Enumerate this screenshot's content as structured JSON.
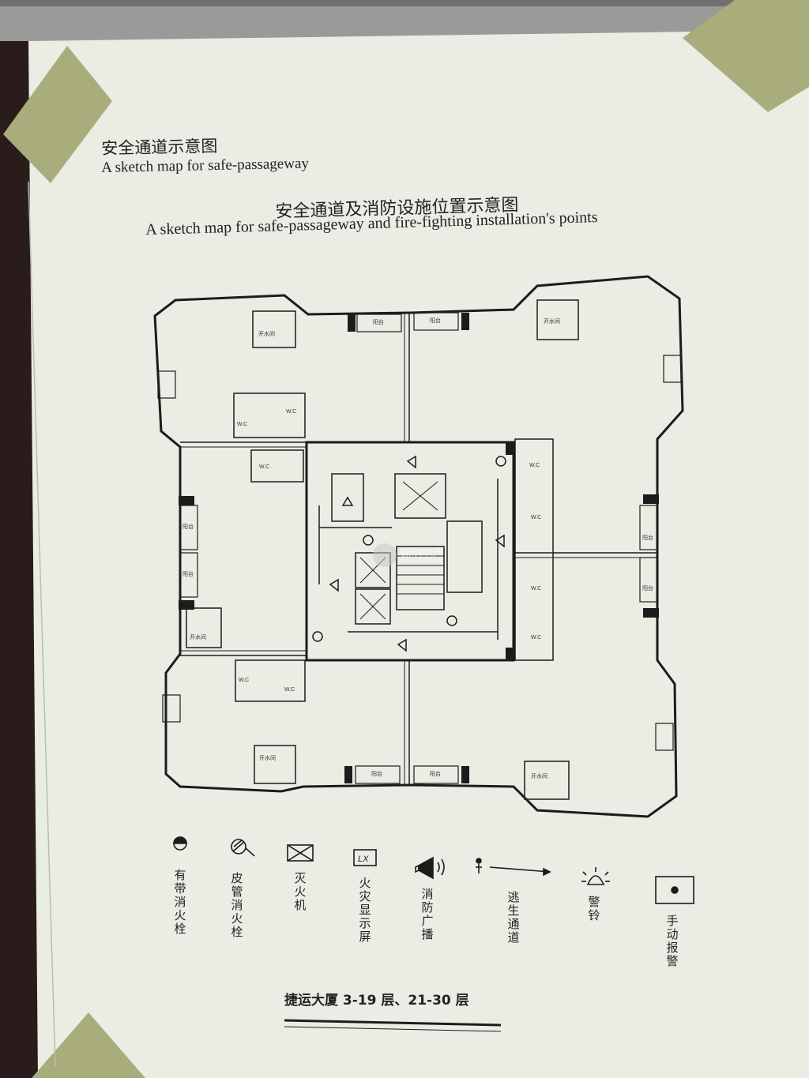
{
  "header": {
    "title_cn": "安全通道示意图",
    "title_en": "A sketch map for safe-passageway"
  },
  "main_title": {
    "cn": "安全通道及消防设施位置示意图",
    "en": "A sketch map for safe-passageway and fire-fighting installation's points"
  },
  "rooms": {
    "pipe_well": "开水间",
    "balcony": "阳台",
    "wc": "W.C"
  },
  "legend": [
    {
      "icon": "hose-hydrant-icon",
      "label": "有带消火栓"
    },
    {
      "icon": "hose-reel-icon",
      "label": "皮管消火栓"
    },
    {
      "icon": "extinguisher-icon",
      "label": "灭火机"
    },
    {
      "icon": "fire-display-icon",
      "label": "火灾显示屏",
      "code": "LX"
    },
    {
      "icon": "broadcast-icon",
      "label": "消防广播"
    },
    {
      "icon": "escape-route-icon",
      "label": "逃生通道"
    },
    {
      "icon": "alarm-bell-icon",
      "label": "警铃"
    },
    {
      "icon": "manual-alarm-icon",
      "label": "手动报警"
    }
  ],
  "footer": {
    "label": "捷运大厦 3-19 层、21-30 层"
  },
  "watermark": {
    "text": "锦明地产",
    "sub": "Jinming Real Estate"
  },
  "colors": {
    "paper": "#e9ede3",
    "tape": "#a9ad7c",
    "ink": "#1c1c1c",
    "background": "#2a1c1a"
  }
}
